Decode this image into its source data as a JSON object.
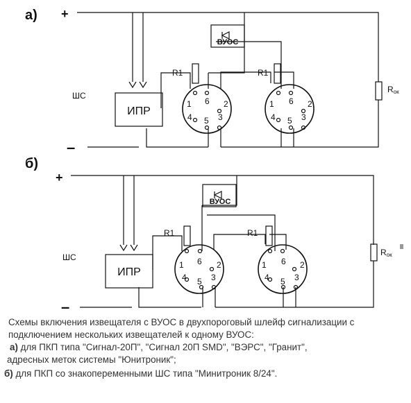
{
  "diagram": {
    "a": {
      "label": "а)",
      "plus": "+",
      "minus": "–",
      "loop": "ШС",
      "ipr": "ИПР",
      "vuos": "ВУОС",
      "r1_left": "R1",
      "r1_right": "R1",
      "rok": "R",
      "rok_sub": "ок",
      "pins_left": [
        "1",
        "6",
        "2",
        "4",
        "5",
        "3"
      ],
      "pins_right": [
        "1",
        "6",
        "2",
        "4",
        "5",
        "3"
      ]
    },
    "b": {
      "label": "б)",
      "plus": "+",
      "minus": "–",
      "loop": "ШС",
      "ipr": "ИПР",
      "vuos": "ВУОС",
      "r1_left": "R1",
      "r1_right": "R1",
      "rok": "R",
      "rok_sub": "ок",
      "pins_left": [
        "1",
        "6",
        "2",
        "4",
        "5",
        "3"
      ],
      "pins_right": [
        "1",
        "6",
        "2",
        "4",
        "5",
        "3"
      ]
    }
  },
  "caption": {
    "line1": "Схемы включения извещателя с ВУОС в двухпороговый шлейф сигнализации с",
    "line2": "подключением нескольких извещателей к одному ВУОС:",
    "a_prefix": "а)",
    "a_text": " для ПКП типа \"Сигнал-20П\", \"Сигнал 20П SMD\", \"ВЭРС\", \"Гранит\",",
    "a_text2": "адресных меток системы \"Юнитроник\";",
    "b_prefix": "б)",
    "b_text": " для ПКП со знакопеременными ШС типа \"Минитроник 8/24\"."
  }
}
